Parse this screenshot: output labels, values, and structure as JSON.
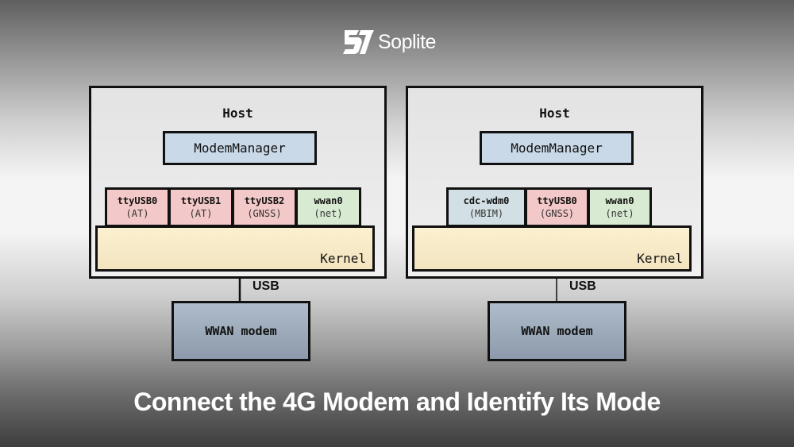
{
  "brand": {
    "name": "Soplite",
    "logo_icon": "s7-logo-icon"
  },
  "title": "Connect the 4G Modem and Identify Its Mode",
  "colors": {
    "at_port": "#f3c8c8",
    "net_port": "#d8ead2",
    "mbim_port": "#d2dfe4",
    "modem_manager": "#c9d9e8",
    "kernel": "#f8ebc8",
    "modem": "#9dabbb"
  },
  "diagrams": [
    {
      "host_label": "Host",
      "manager_label": "ModemManager",
      "kernel_label": "Kernel",
      "bus_label": "USB",
      "modem_label": "WWAN modem",
      "ports": [
        {
          "name": "ttyUSB0",
          "mode": "(AT)",
          "type": "at"
        },
        {
          "name": "ttyUSB1",
          "mode": "(AT)",
          "type": "at"
        },
        {
          "name": "ttyUSB2",
          "mode": "(GNSS)",
          "type": "at"
        },
        {
          "name": "wwan0",
          "mode": "(net)",
          "type": "net"
        }
      ]
    },
    {
      "host_label": "Host",
      "manager_label": "ModemManager",
      "kernel_label": "Kernel",
      "bus_label": "USB",
      "modem_label": "WWAN modem",
      "ports": [
        {
          "name": "cdc-wdm0",
          "mode": "(MBIM)",
          "type": "mbim"
        },
        {
          "name": "ttyUSB0",
          "mode": "(GNSS)",
          "type": "at"
        },
        {
          "name": "wwan0",
          "mode": "(net)",
          "type": "net"
        }
      ]
    }
  ]
}
